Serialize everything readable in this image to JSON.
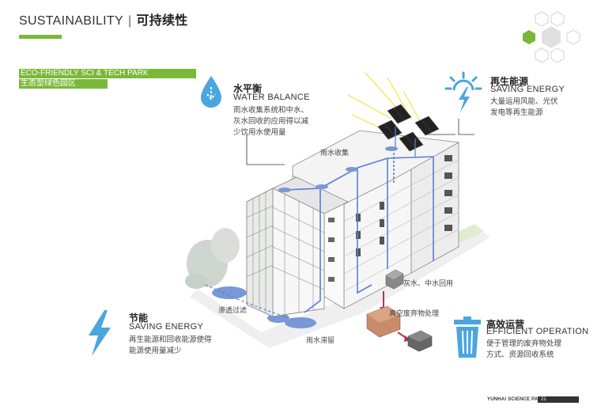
{
  "header": {
    "title_en": "SUSTAINABILITY",
    "separator": "|",
    "title_zh": "可持续性"
  },
  "bands": {
    "en": "ECO-FRIENDLY SCI & TECH PARK",
    "zh": "生态型绿色园区"
  },
  "callouts": {
    "water": {
      "title_zh": "水平衡",
      "title_en": "WATER BALANCE",
      "desc": [
        "雨水收集系统和中水、",
        "灰水回收的应用得以减",
        "少饮用水使用量"
      ]
    },
    "energy_top": {
      "title_zh": "再生能源",
      "title_en": "SAVING ENERGY",
      "desc": [
        "大量运用风能、光伏",
        "发电等再生能源"
      ]
    },
    "energy_left": {
      "title_zh": "节能",
      "title_en": "SAVING ENERGY",
      "desc": [
        "再生能源和回收能源使得",
        "能源使用量减少"
      ]
    },
    "operation": {
      "title_zh": "高效运营",
      "title_en": "EFFICIENT OPERATION",
      "desc": [
        "便于管理的废弃物处理",
        "方式、资源回收系统"
      ]
    }
  },
  "diagram_labels": {
    "rain_collect": "雨水收集",
    "grey_water": "灰水、中水回用",
    "vacuum_waste": "真空废弃物处理",
    "infiltration": "渗透过滤",
    "rain_retention": "雨水滞留"
  },
  "footer": {
    "text": "YUNHAI SCIENCE PARK",
    "page": "21"
  },
  "colors": {
    "accent_green": "#7bb83a",
    "icon_blue": "#4aa6dd",
    "water_line": "#5a7fd0",
    "waste_arrow": "#b0335a",
    "solar_ray": "#f3e53a"
  },
  "icons": {
    "hexagons": "hexagon-pattern-icon",
    "water": "water-drop-icon",
    "sun": "sun-bolt-icon",
    "bolt": "lightning-bolt-icon",
    "bin": "trash-bin-icon"
  }
}
